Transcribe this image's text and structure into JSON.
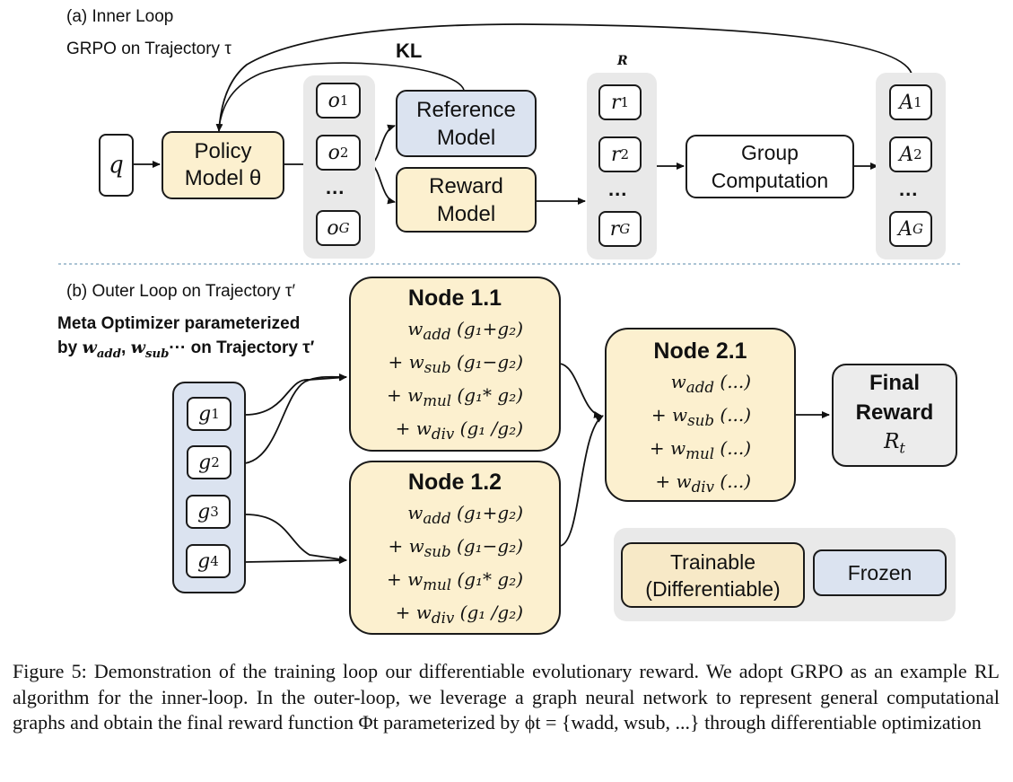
{
  "inner_loop": {
    "title": "(a) Inner Loop",
    "subtitle": "GRPO on Trajectory τ",
    "kl_label": "KL",
    "r_label": "R",
    "query": "q",
    "policy_model": {
      "line1": "Policy",
      "line2": "Model θ"
    },
    "outputs": [
      "o",
      "o",
      "o"
    ],
    "output_subs": [
      "1",
      "2",
      "G"
    ],
    "reference_model": {
      "line1": "Reference",
      "line2": "Model"
    },
    "reward_model": {
      "line1": "Reward",
      "line2": "Model"
    },
    "rewards": [
      "r",
      "r",
      "r"
    ],
    "reward_subs": [
      "1",
      "2",
      "G"
    ],
    "group_computation": {
      "line1": "Group",
      "line2": "Computation"
    },
    "advantages": [
      "A",
      "A",
      "A"
    ],
    "advantage_subs": [
      "1",
      "2",
      "G"
    ],
    "ellipsis": "..."
  },
  "outer_loop": {
    "title": "(b) Outer Loop on Trajectory τ′",
    "meta_line1": "Meta Optimizer parameterized",
    "meta_line2_prefix": "by ",
    "meta_line2_suffix": "··· on Trajectory τ′",
    "inputs": [
      "g",
      "g",
      "g",
      "g"
    ],
    "input_subs": [
      "1",
      "2",
      "3",
      "4"
    ],
    "node_1_1": {
      "title": "Node 1.1",
      "terms": [
        {
          "prefix": "",
          "w": "add",
          "expr": "(g₁+g₂)"
        },
        {
          "prefix": "+ ",
          "w": "sub",
          "expr": "(g₁−g₂)"
        },
        {
          "prefix": "+ ",
          "w": "mul",
          "expr": "(g₁* g₂)"
        },
        {
          "prefix": "+ ",
          "w": "div",
          "expr": "(g₁ /g₂)"
        }
      ]
    },
    "node_1_2": {
      "title": "Node 1.2",
      "terms": [
        {
          "prefix": "",
          "w": "add",
          "expr": "(g₁+g₂)"
        },
        {
          "prefix": "+ ",
          "w": "sub",
          "expr": "(g₁−g₂)"
        },
        {
          "prefix": "+ ",
          "w": "mul",
          "expr": "(g₁* g₂)"
        },
        {
          "prefix": "+ ",
          "w": "div",
          "expr": "(g₁ /g₂)"
        }
      ]
    },
    "node_2_1": {
      "title": "Node 2.1",
      "terms": [
        {
          "prefix": "",
          "w": "add",
          "expr": "(...)"
        },
        {
          "prefix": "+ ",
          "w": "sub",
          "expr": "(...)"
        },
        {
          "prefix": "+ ",
          "w": "mul",
          "expr": "(...)"
        },
        {
          "prefix": "+ ",
          "w": "div",
          "expr": "(...)"
        }
      ]
    },
    "final_reward": {
      "line1": "Final",
      "line2": "Reward",
      "symbol": "R",
      "symbol_sub": "t"
    }
  },
  "legend": {
    "trainable_line1": "Trainable",
    "trainable_line2": "(Differentiable)",
    "frozen": "Frozen"
  },
  "colors": {
    "trainable": "#fcf0cf",
    "frozen": "#dbe3f0",
    "group_bg": "#e9e9e9",
    "final_bg": "#ececec"
  },
  "caption": {
    "text": "Figure 5: Demonstration of the training loop our differentiable evolutionary reward. We adopt GRPO as an example RL algorithm for the inner-loop. In the outer-loop, we leverage a graph neural network to represent general computational graphs and obtain the final reward function Φt parameterized by ϕt = {wadd, wsub, ...} through differentiable optimization"
  }
}
